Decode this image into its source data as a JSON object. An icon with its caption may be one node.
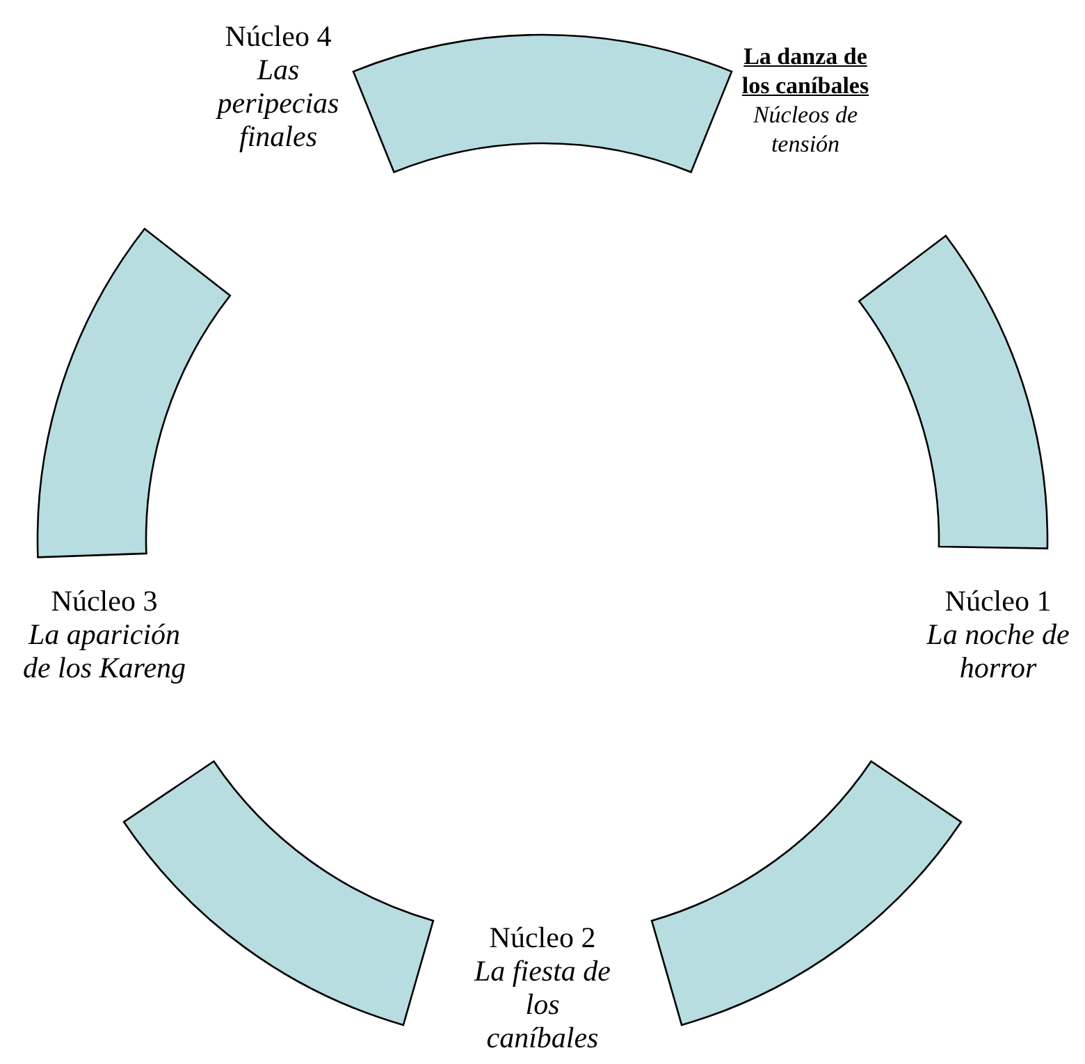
{
  "diagram": {
    "title": "La danza de los caníbales",
    "nodes": [
      {
        "text": [],
        "shape": "arc"
      },
      {
        "text": [],
        "shape": "arc"
      },
      {
        "text": [],
        "shape": "arc"
      },
      {
        "text": [],
        "shape": "arc"
      },
      {
        "text": [],
        "shape": "arc"
      }
    ],
    "labels": [
      "Núcleo 4",
      "Las peripecias finales",
      "Núcleos de tensión",
      "Núcleo 3",
      "La aparición de los Kareng",
      "Núcleo 1",
      "La noche de horror",
      "Núcleo 2",
      "La fiesta de los caníbales"
    ]
  }
}
